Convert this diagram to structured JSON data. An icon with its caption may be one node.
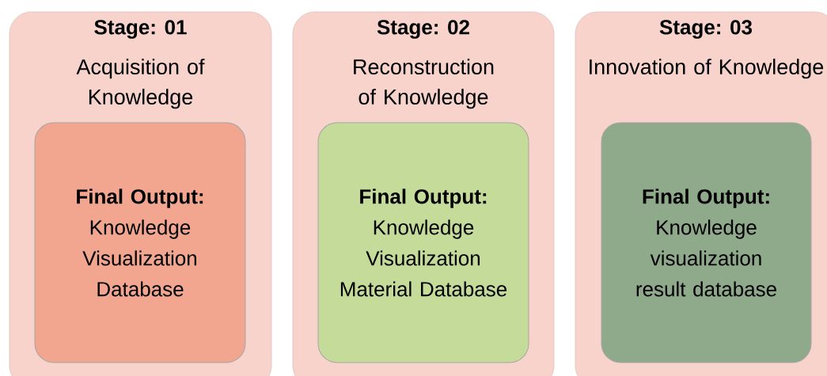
{
  "diagram": {
    "nodes": [
      {
        "text": [
          "Stage: 01",
          "Acquisition of Knowledge"
        ]
      },
      {
        "text": [
          "Final Output:",
          "Knowledge Visualization Database"
        ],
        "in": 0
      },
      {
        "text": [
          "Stage: 02",
          "Reconstruction of Knowledge"
        ]
      },
      {
        "text": [
          "Final Output:",
          "Knowledge Visualization Material Database"
        ],
        "in": 2
      },
      {
        "text": [
          "Stage: 03",
          "Innovation of Knowledge"
        ]
      },
      {
        "text": [
          "Final Output:",
          "Knowledge visualization result database"
        ],
        "in": 4
      }
    ]
  }
}
